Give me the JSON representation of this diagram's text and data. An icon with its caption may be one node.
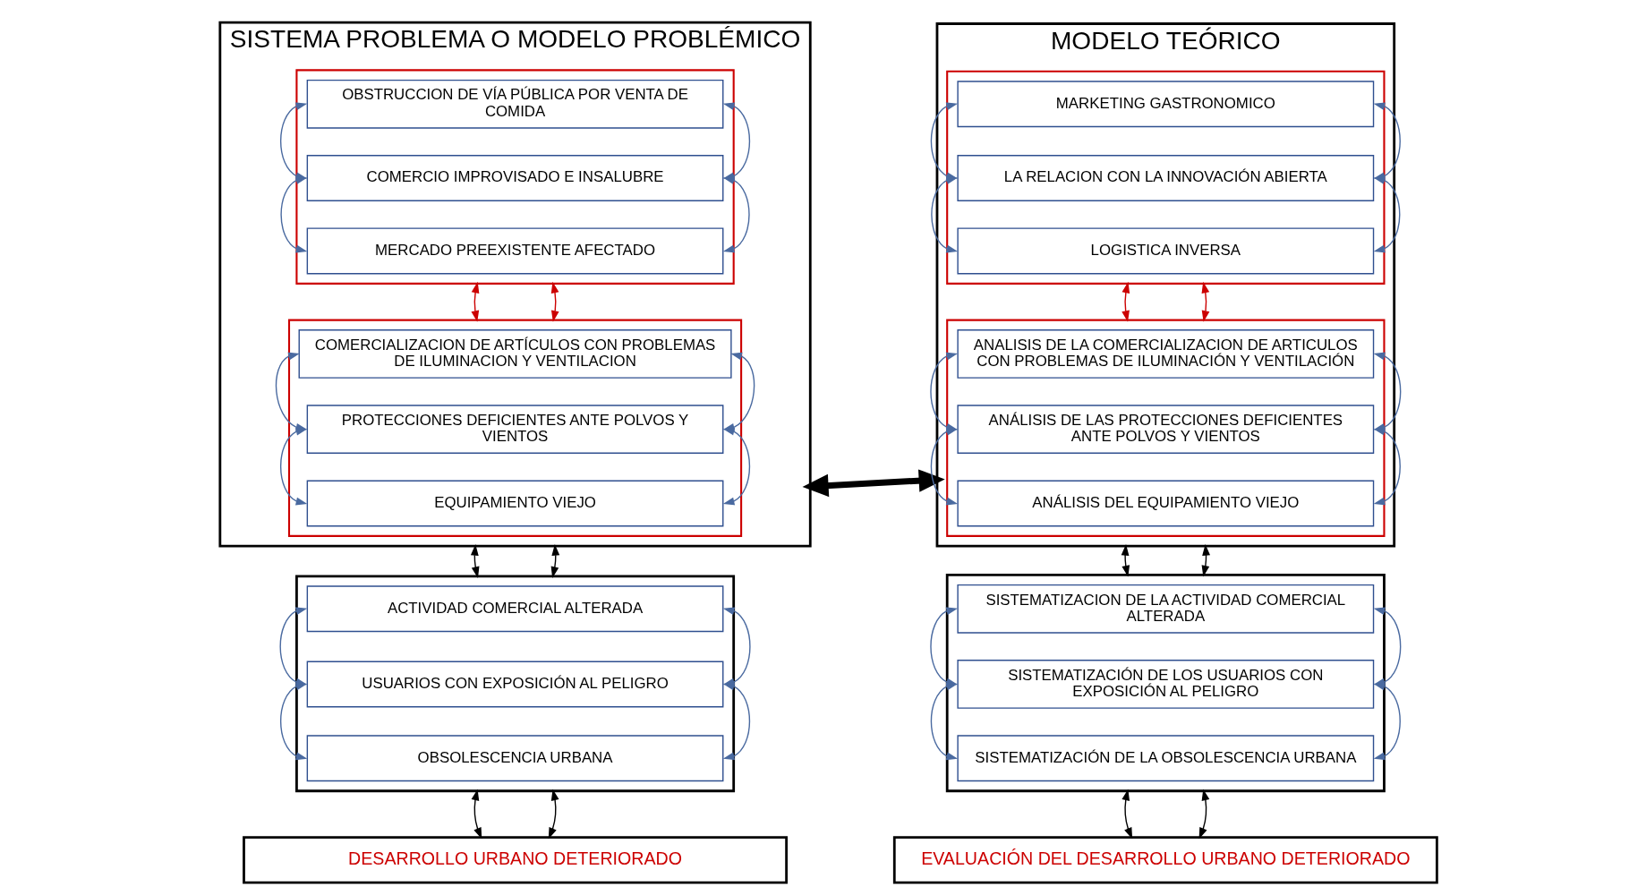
{
  "diagram": {
    "nodes": [
      {
        "text": [
          "SISTEMA PROBLEMA O MODELO PROBLÉMICO"
        ]
      },
      {
        "text": [],
        "shape": "box",
        "in": 0
      },
      {
        "text": [
          "OBSTRUCCION DE VÍA PÚBLICA POR VENTA DE COMIDA"
        ],
        "in": 1
      },
      {
        "text": [
          "COMERCIO IMPROVISADO E INSALUBRE"
        ],
        "in": 1
      },
      {
        "text": [
          "MERCADO PREEXISTENTE AFECTADO"
        ],
        "in": 1
      },
      {
        "text": [],
        "shape": "box",
        "in": 0
      },
      {
        "text": [
          "COMERCIALIZACION DE ARTÍCULOS CON PROBLEMAS DE ILUMINACION Y VENTILACION"
        ],
        "in": 5
      },
      {
        "text": [
          "PROTECCIONES DEFICIENTES ANTE POLVOS Y VIENTOS"
        ],
        "in": 5
      },
      {
        "text": [
          "EQUIPAMIENTO VIEJO"
        ],
        "in": 5
      },
      {
        "text": [],
        "shape": "box"
      },
      {
        "text": [
          "ACTIVIDAD COMERCIAL ALTERADA"
        ],
        "in": 9
      },
      {
        "text": [
          "USUARIOS CON EXPOSICIÓN AL PELIGRO"
        ],
        "in": 9
      },
      {
        "text": [
          "OBSOLESCENCIA URBANA"
        ],
        "in": 9
      },
      {
        "text": [
          "DESARROLLO URBANO DETERIORADO"
        ]
      },
      {
        "text": [
          "MODELO TEÓRICO"
        ]
      },
      {
        "text": [],
        "shape": "box",
        "in": 14
      },
      {
        "text": [
          "MARKETING GASTRONOMICO"
        ],
        "in": 15
      },
      {
        "text": [
          "LA RELACION CON LA INNOVACIÓN ABIERTA"
        ],
        "in": 15
      },
      {
        "text": [
          "LOGISTICA INVERSA"
        ],
        "in": 15
      },
      {
        "text": [],
        "shape": "box",
        "in": 14
      },
      {
        "text": [
          "ANALISIS DE LA COMERCIALIZACION DE ARTICULOS CON PROBLEMAS DE ILUMINACIÓN Y VENTILACIÓN"
        ],
        "in": 19
      },
      {
        "text": [
          "ANÁLISIS DE LAS PROTECCIONES DEFICIENTES ANTE POLVOS Y VIENTOS"
        ],
        "in": 19
      },
      {
        "text": [
          "ANÁLISIS DEL EQUIPAMIENTO VIEJO"
        ],
        "in": 19
      },
      {
        "text": [],
        "shape": "box"
      },
      {
        "text": [
          "SISTEMATIZACION DE LA ACTIVIDAD COMERCIAL ALTERADA"
        ],
        "in": 23
      },
      {
        "text": [
          "SISTEMATIZACIÓN DE LOS USUARIOS CON EXPOSICIÓN AL PELIGRO"
        ],
        "in": 23
      },
      {
        "text": [
          "SISTEMATIZACIÓN DE LA OBSOLESCENCIA URBANA"
        ],
        "in": 23
      },
      {
        "text": [
          "EVALUACIÓN DEL DESARROLLO URBANO DETERIORADO"
        ]
      }
    ],
    "edges": [
      {
        "from": 2,
        "to": 3,
        "arrow": "both"
      },
      {
        "from": 3,
        "to": 4,
        "arrow": "both"
      },
      {
        "from": 2,
        "to": 3,
        "arrow": "both"
      },
      {
        "from": 3,
        "to": 4,
        "arrow": "both"
      },
      {
        "from": 6,
        "to": 7,
        "arrow": "both"
      },
      {
        "from": 7,
        "to": 8,
        "arrow": "both"
      },
      {
        "from": 6,
        "to": 7,
        "arrow": "both"
      },
      {
        "from": 7,
        "to": 8,
        "arrow": "both"
      },
      {
        "from": 1,
        "to": 5,
        "arrow": "both",
        "color": "#cc0000"
      },
      {
        "from": 1,
        "to": 5,
        "arrow": "both",
        "color": "#cc0000"
      },
      {
        "from": 10,
        "to": 11,
        "arrow": "both"
      },
      {
        "from": 11,
        "to": 12,
        "arrow": "both"
      },
      {
        "from": 10,
        "to": 11,
        "arrow": "both"
      },
      {
        "from": 11,
        "to": 12,
        "arrow": "both"
      },
      {
        "from": 0,
        "to": 9,
        "arrow": "both",
        "color": "#000000"
      },
      {
        "from": 0,
        "to": 9,
        "arrow": "both",
        "color": "#000000"
      },
      {
        "from": 9,
        "to": 13,
        "arrow": "both",
        "color": "#000000"
      },
      {
        "from": 9,
        "to": 13,
        "arrow": "both",
        "color": "#000000"
      },
      {
        "from": 0,
        "to": 14,
        "arrow": "both",
        "style": "thick",
        "color": "#000000"
      },
      {
        "from": 16,
        "to": 17,
        "arrow": "both"
      },
      {
        "from": 17,
        "to": 18,
        "arrow": "both"
      },
      {
        "from": 16,
        "to": 17,
        "arrow": "both"
      },
      {
        "from": 17,
        "to": 18,
        "arrow": "both"
      },
      {
        "from": 20,
        "to": 21,
        "arrow": "both"
      },
      {
        "from": 21,
        "to": 22,
        "arrow": "both"
      },
      {
        "from": 20,
        "to": 21,
        "arrow": "both"
      },
      {
        "from": 21,
        "to": 22,
        "arrow": "both"
      },
      {
        "from": 15,
        "to": 19,
        "arrow": "both",
        "color": "#cc0000"
      },
      {
        "from": 15,
        "to": 19,
        "arrow": "both",
        "color": "#cc0000"
      },
      {
        "from": 24,
        "to": 25,
        "arrow": "both"
      },
      {
        "from": 25,
        "to": 26,
        "arrow": "both"
      },
      {
        "from": 24,
        "to": 25,
        "arrow": "both"
      },
      {
        "from": 25,
        "to": 26,
        "arrow": "both"
      },
      {
        "from": 14,
        "to": 23,
        "arrow": "both",
        "color": "#000000"
      },
      {
        "from": 14,
        "to": 23,
        "arrow": "both",
        "color": "#000000"
      },
      {
        "from": 23,
        "to": 27,
        "arrow": "both",
        "color": "#000000"
      },
      {
        "from": 23,
        "to": 27,
        "arrow": "both",
        "color": "#000000"
      }
    ]
  }
}
